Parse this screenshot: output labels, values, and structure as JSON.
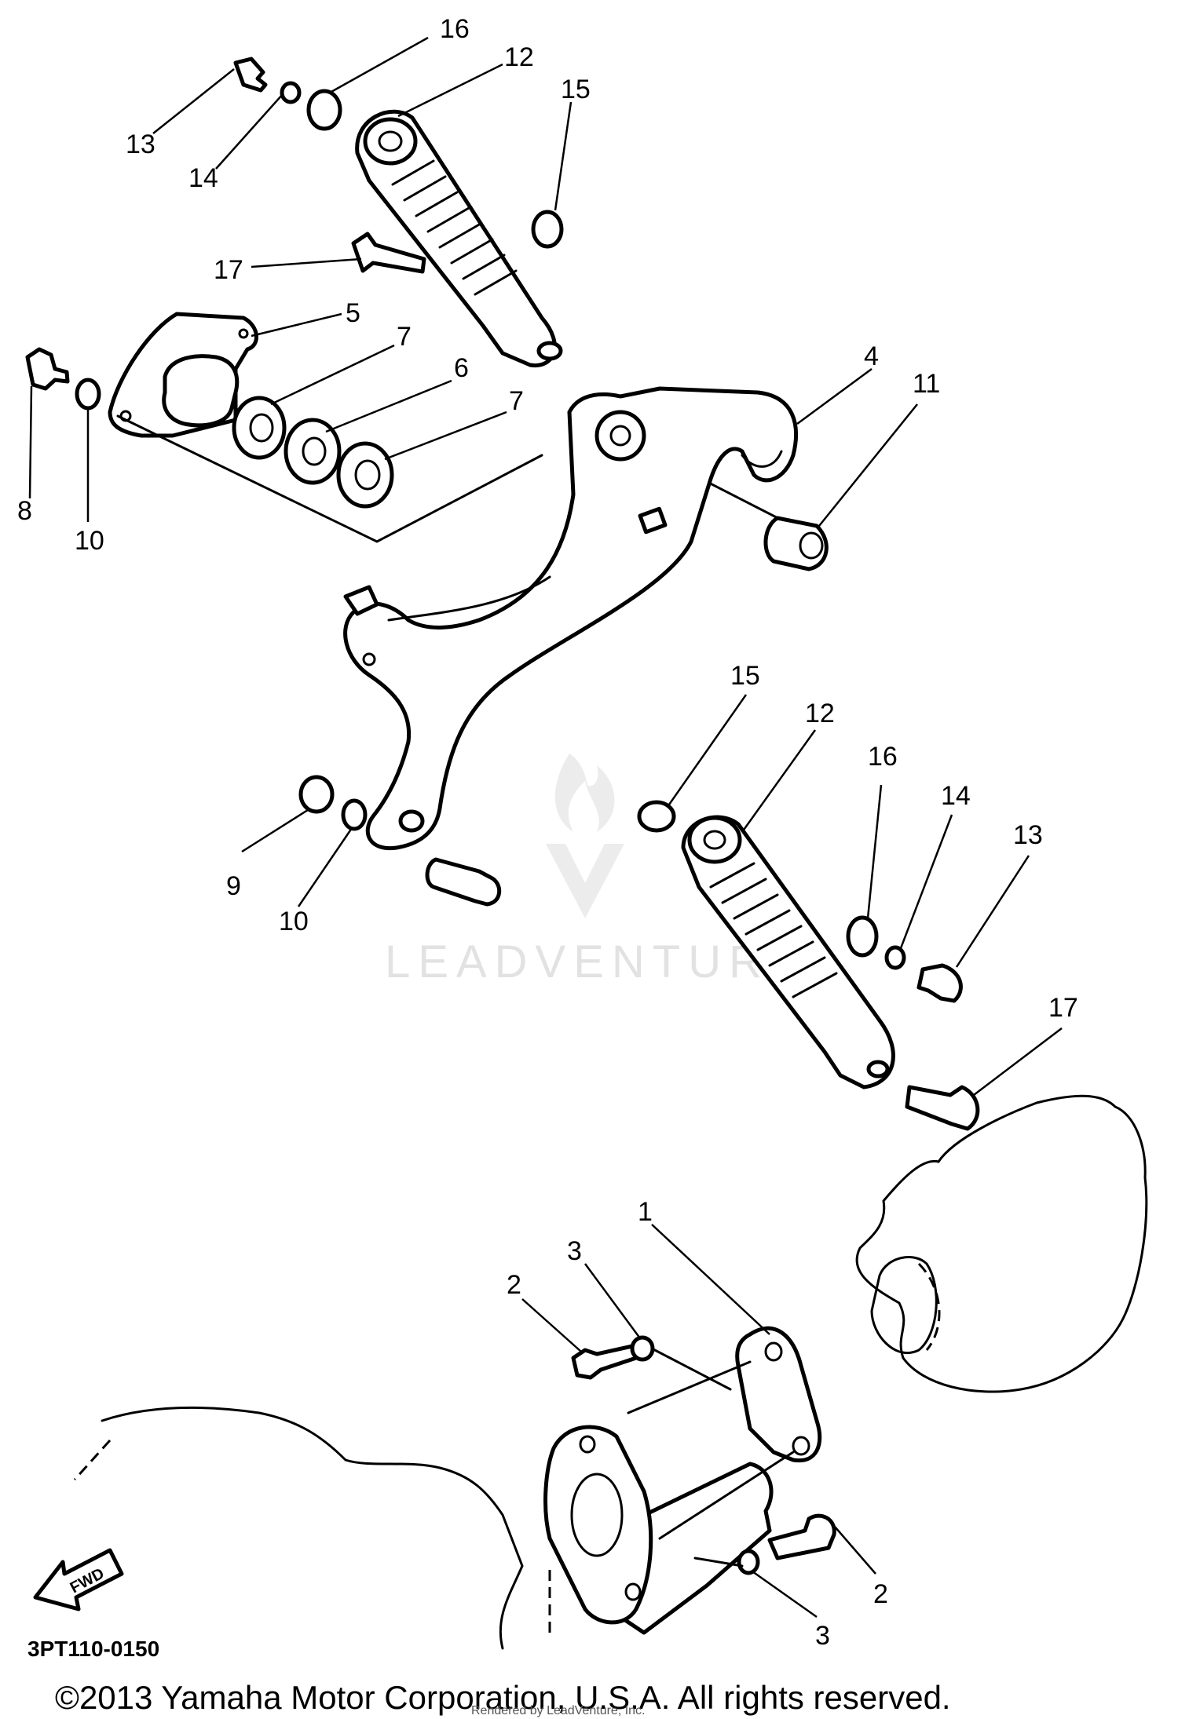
{
  "diagram": {
    "callouts": [
      {
        "id": "c16a",
        "text": "16"
      },
      {
        "id": "c12a",
        "text": "12"
      },
      {
        "id": "c15a",
        "text": "15"
      },
      {
        "id": "c13a",
        "text": "13"
      },
      {
        "id": "c14a",
        "text": "14"
      },
      {
        "id": "c17a",
        "text": "17"
      },
      {
        "id": "c5",
        "text": "5"
      },
      {
        "id": "c7a",
        "text": "7"
      },
      {
        "id": "c6",
        "text": "6"
      },
      {
        "id": "c7b",
        "text": "7"
      },
      {
        "id": "c4",
        "text": "4"
      },
      {
        "id": "c11",
        "text": "11"
      },
      {
        "id": "c8",
        "text": "8"
      },
      {
        "id": "c10a",
        "text": "10"
      },
      {
        "id": "c15b",
        "text": "15"
      },
      {
        "id": "c12b",
        "text": "12"
      },
      {
        "id": "c16b",
        "text": "16"
      },
      {
        "id": "c14b",
        "text": "14"
      },
      {
        "id": "c13b",
        "text": "13"
      },
      {
        "id": "c9",
        "text": "9"
      },
      {
        "id": "c10b",
        "text": "10"
      },
      {
        "id": "c17b",
        "text": "17"
      },
      {
        "id": "c1",
        "text": "1"
      },
      {
        "id": "c3a",
        "text": "3"
      },
      {
        "id": "c2a",
        "text": "2"
      },
      {
        "id": "c2b",
        "text": "2"
      },
      {
        "id": "c3b",
        "text": "3"
      }
    ],
    "fwd_label": "FWD",
    "diagram_code": "3PT110-0150",
    "watermark": "LEADVENTURE",
    "copyright": "©2013 Yamaha Motor Corporation, U.S.A. All rights reserved.",
    "rendered_by": "Rendered by LeadVenture, Inc."
  }
}
